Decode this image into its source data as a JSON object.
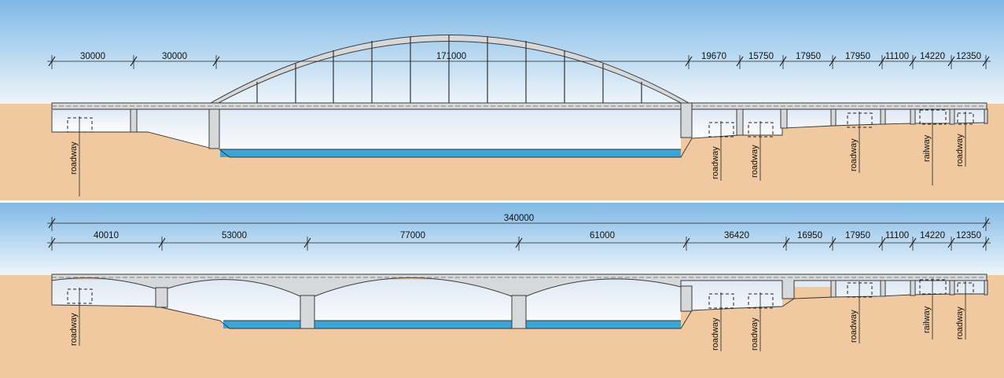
{
  "colors": {
    "sky_top": "#7fb9e6",
    "sky_bottom": "#e9f2fa",
    "ground": "#f0c9a0",
    "water": "#3aa5d6",
    "structure": "#d6d8da",
    "outline": "#3c3c3c"
  },
  "panels": [
    {
      "id": "top",
      "dimensions": [
        "30000",
        "30000",
        "171000",
        "19670",
        "15750",
        "17950",
        "17950",
        "11100",
        "14220",
        "12350"
      ],
      "labels": [
        "roadway",
        "roadway",
        "roadway",
        "roadway",
        "railway",
        "roadway"
      ]
    },
    {
      "id": "bottom",
      "total": "340000",
      "dimensions": [
        "40010",
        "53000",
        "77000",
        "61000",
        "36420",
        "16950",
        "17950",
        "11100",
        "14220",
        "12350"
      ],
      "labels": [
        "roadway",
        "roadway",
        "roadway",
        "roadway",
        "railway",
        "roadway"
      ]
    }
  ]
}
